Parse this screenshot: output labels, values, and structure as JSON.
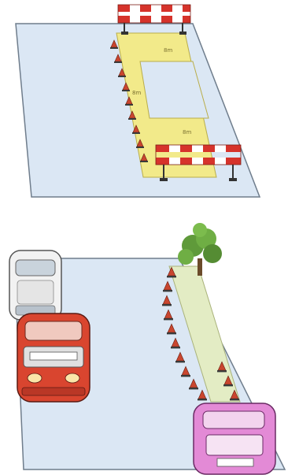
{
  "panels": [
    {
      "id": "roadworks-closure",
      "zone_labels": [
        "8m",
        "8m",
        "8m"
      ]
    },
    {
      "id": "parking-cone-lane"
    }
  ],
  "colors": {
    "road_surface": "#dbe7f4",
    "road_edge": "#6f7d8c",
    "work_zone": "#f2ea8a",
    "cone": "#c9462f",
    "barrier_red": "#d6332b",
    "tree_green": "#5f9a3a",
    "parked_lane": "#e3ecc4",
    "car_white": "#f2f2f2",
    "car_red": "#d9452f",
    "car_pink": "#e38ad6"
  },
  "icons": [
    "traffic-cone-icon",
    "road-barrier-icon",
    "tree-icon",
    "car-icon"
  ]
}
